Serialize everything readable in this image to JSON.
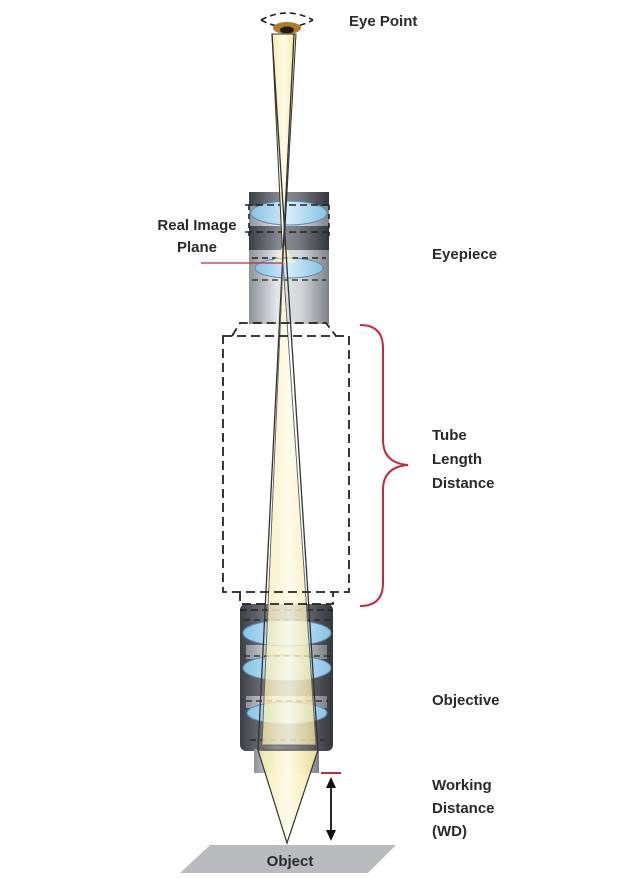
{
  "labels": {
    "eye_point": "Eye Point",
    "real_image_plane": [
      "Real Image",
      "Plane"
    ],
    "eyepiece": "Eyepiece",
    "tube_length_distance": [
      "Tube",
      "Length",
      "Distance"
    ],
    "objective": "Objective",
    "working_distance": [
      "Working",
      "Distance",
      "(WD)"
    ],
    "object": "Object"
  },
  "colors": {
    "light_beam": "#fbf6d2",
    "lens_glass": "#aed8ef",
    "barrel_dark": "#5a5e64",
    "barrel_light": "#c9ccd0",
    "bracket": "#c8283c",
    "eye_iris": "#b07a2a",
    "object_plane": "#b9bbbe"
  }
}
